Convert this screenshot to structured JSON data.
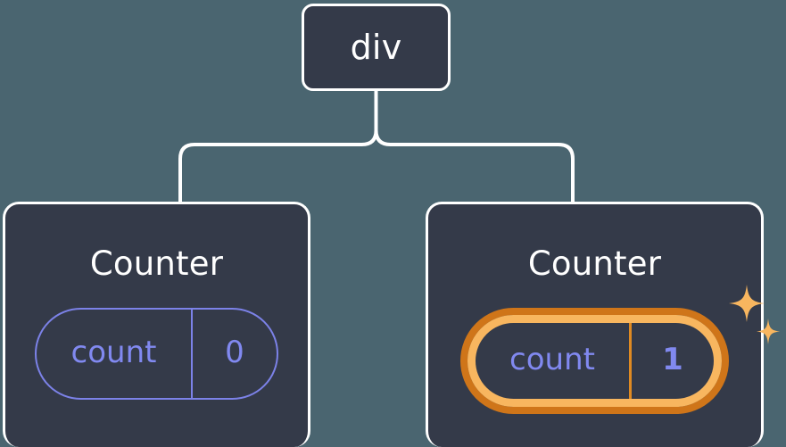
{
  "diagram": {
    "type": "component-tree",
    "title": "React component tree with counter state",
    "background_color": "#4a6570",
    "node_fill_color": "#343a49",
    "node_border_color": "#ffffff",
    "connector_color": "#ffffff",
    "state_accent_color": "#8189f0",
    "highlight_outer_color": "#cf7519",
    "highlight_inner_color": "#f8b65f"
  },
  "root": {
    "label": "div"
  },
  "children": [
    {
      "title": "Counter",
      "state": {
        "key": "count",
        "value": "0"
      },
      "highlighted": false
    },
    {
      "title": "Counter",
      "state": {
        "key": "count",
        "value": "1"
      },
      "highlighted": true,
      "sparkle_icons": [
        "sparkle-large",
        "sparkle-small"
      ]
    }
  ]
}
